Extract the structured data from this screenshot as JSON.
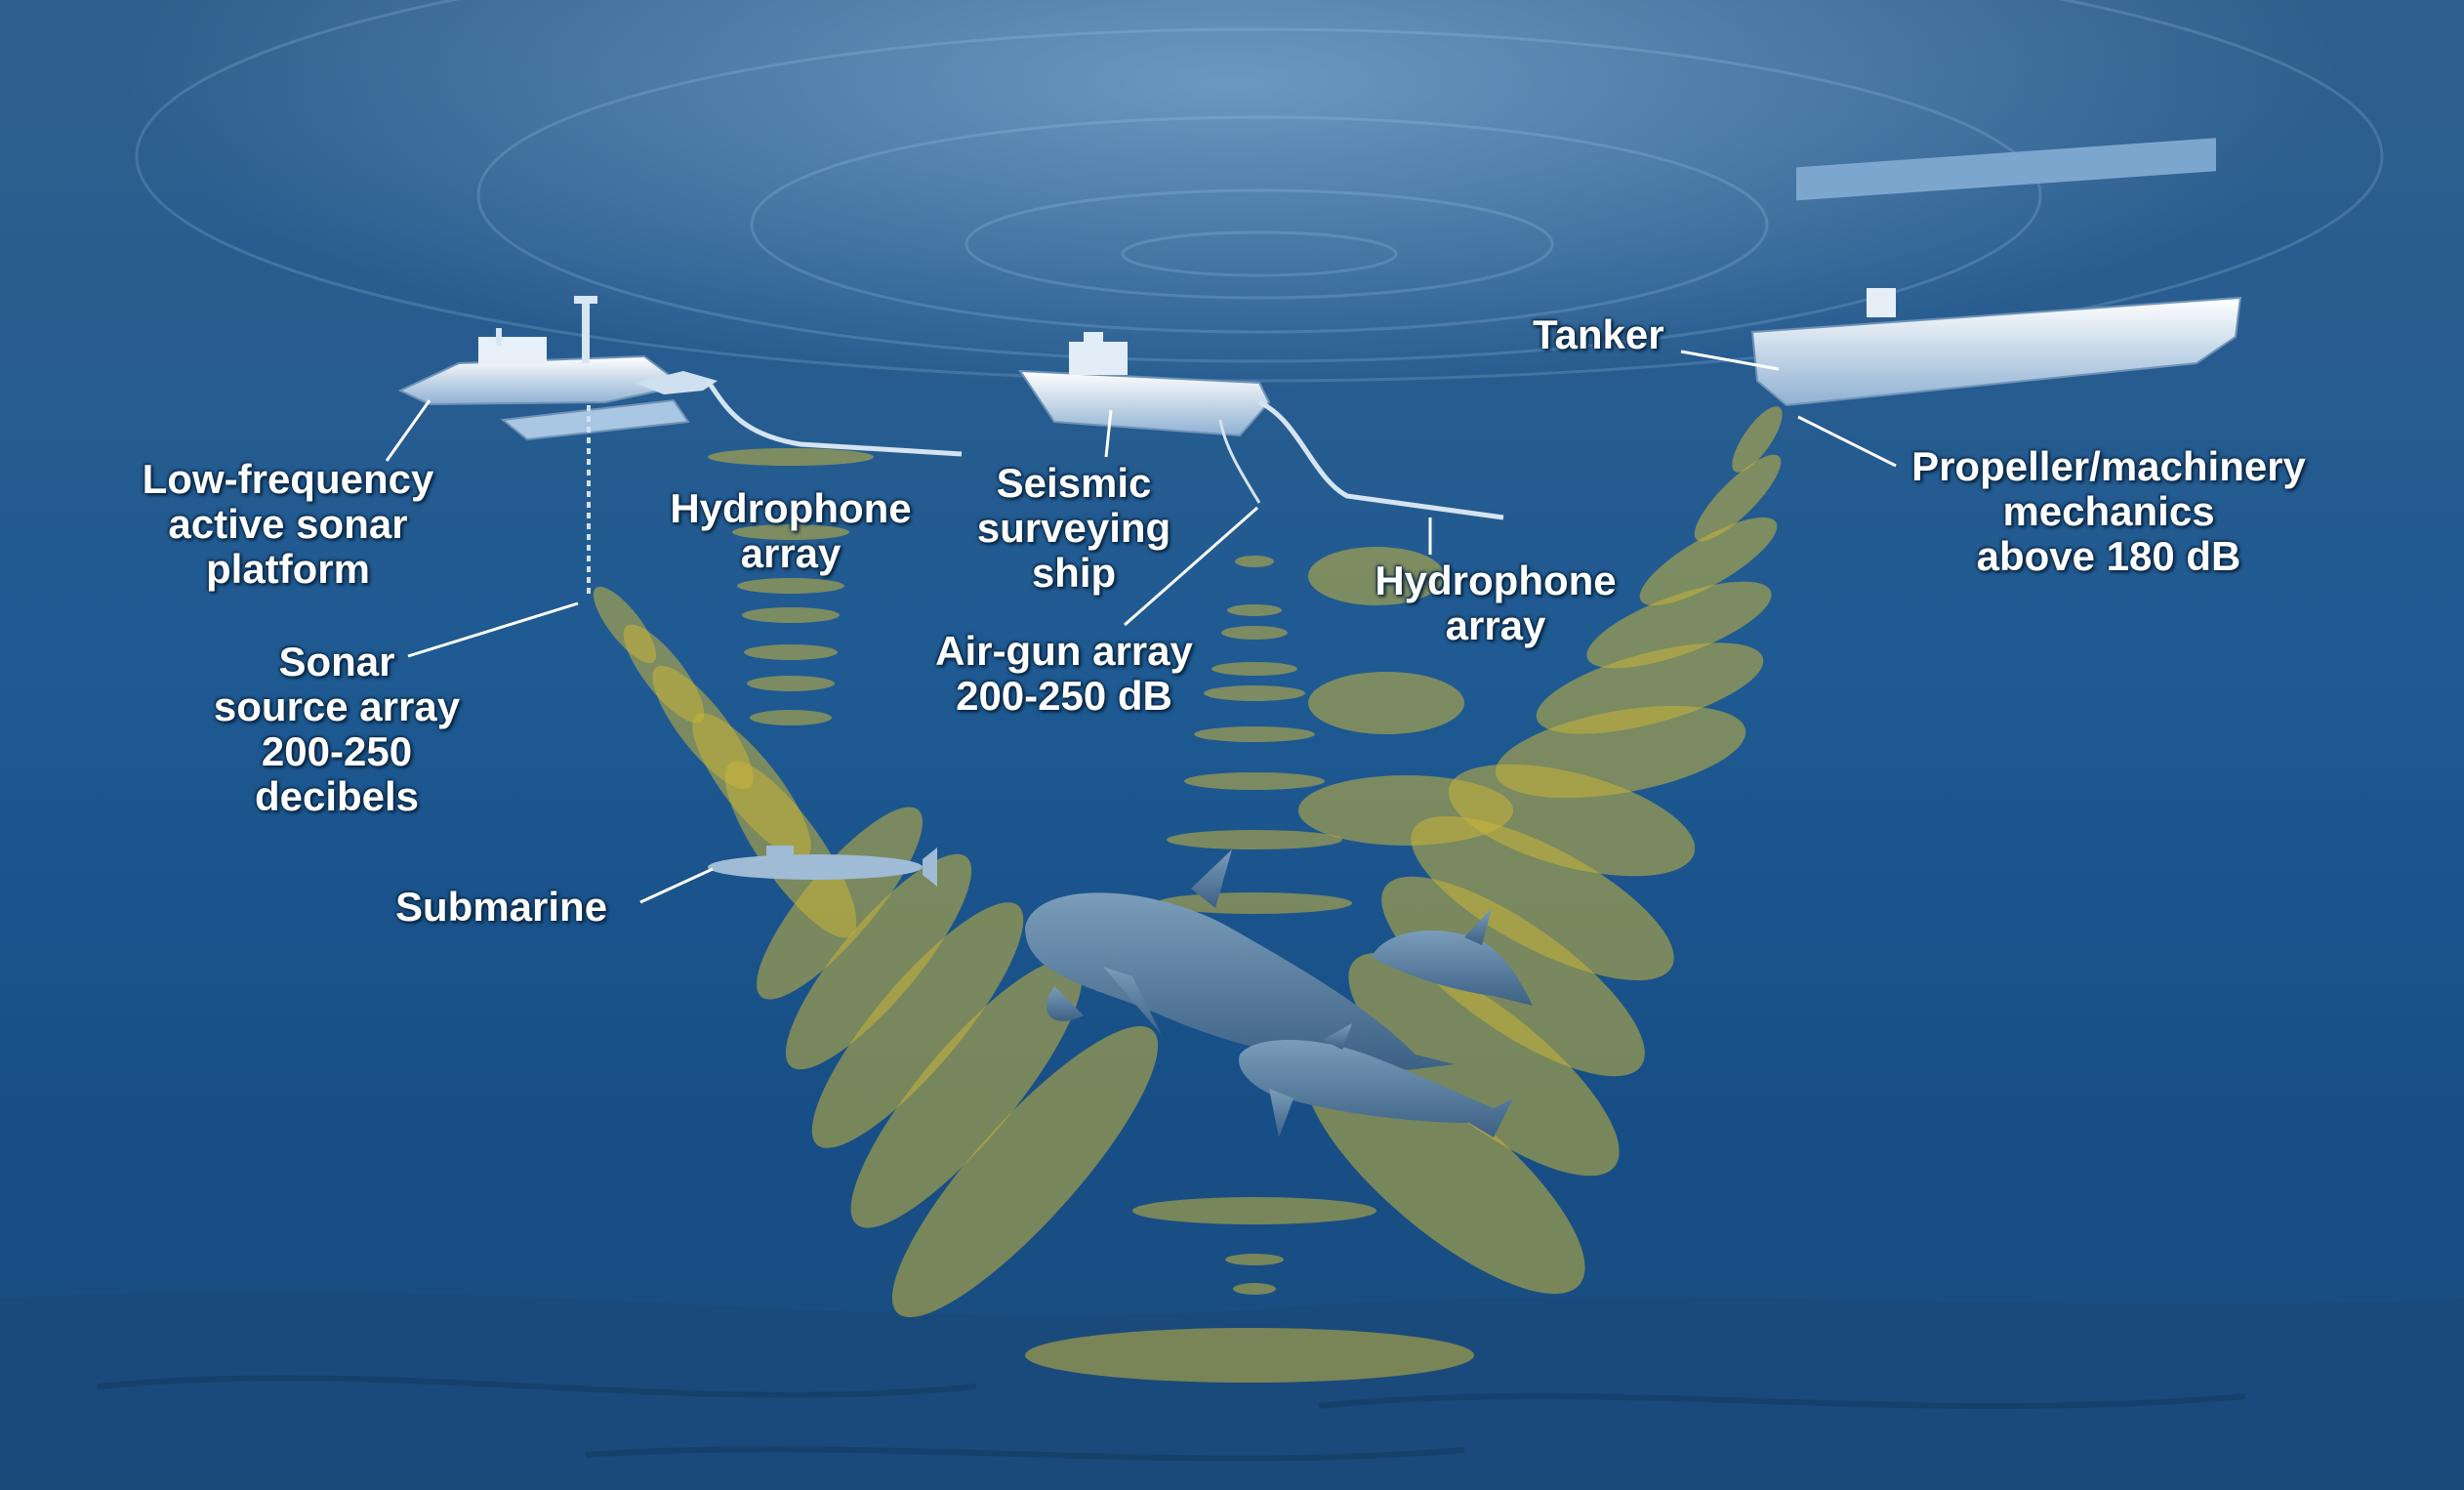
{
  "labels": {
    "lfas_platform": [
      "Low-frequency",
      "active sonar",
      "platform"
    ],
    "sonar_source": [
      "Sonar",
      "source array",
      "200-250",
      "decibels"
    ],
    "submarine": [
      "Submarine"
    ],
    "hydrophone_left": [
      "Hydrophone",
      "array"
    ],
    "seismic_ship": [
      "Seismic",
      "surveying",
      "ship"
    ],
    "airgun": [
      "Air-gun array",
      "200-250 dB"
    ],
    "hydrophone_right": [
      "Hydrophone",
      "array"
    ],
    "tanker": [
      "Tanker"
    ],
    "propeller": [
      "Propeller/machinery",
      "mechanics",
      "above 180 dB"
    ]
  },
  "colors": {
    "sea_top": "#2f5f8c",
    "sea_mid": "#1c4f86",
    "sea_bottom": "#164a7e",
    "sound_wave": "#c8b53a",
    "vessel": "#dbe8f4",
    "animal": "#5e83a3"
  }
}
